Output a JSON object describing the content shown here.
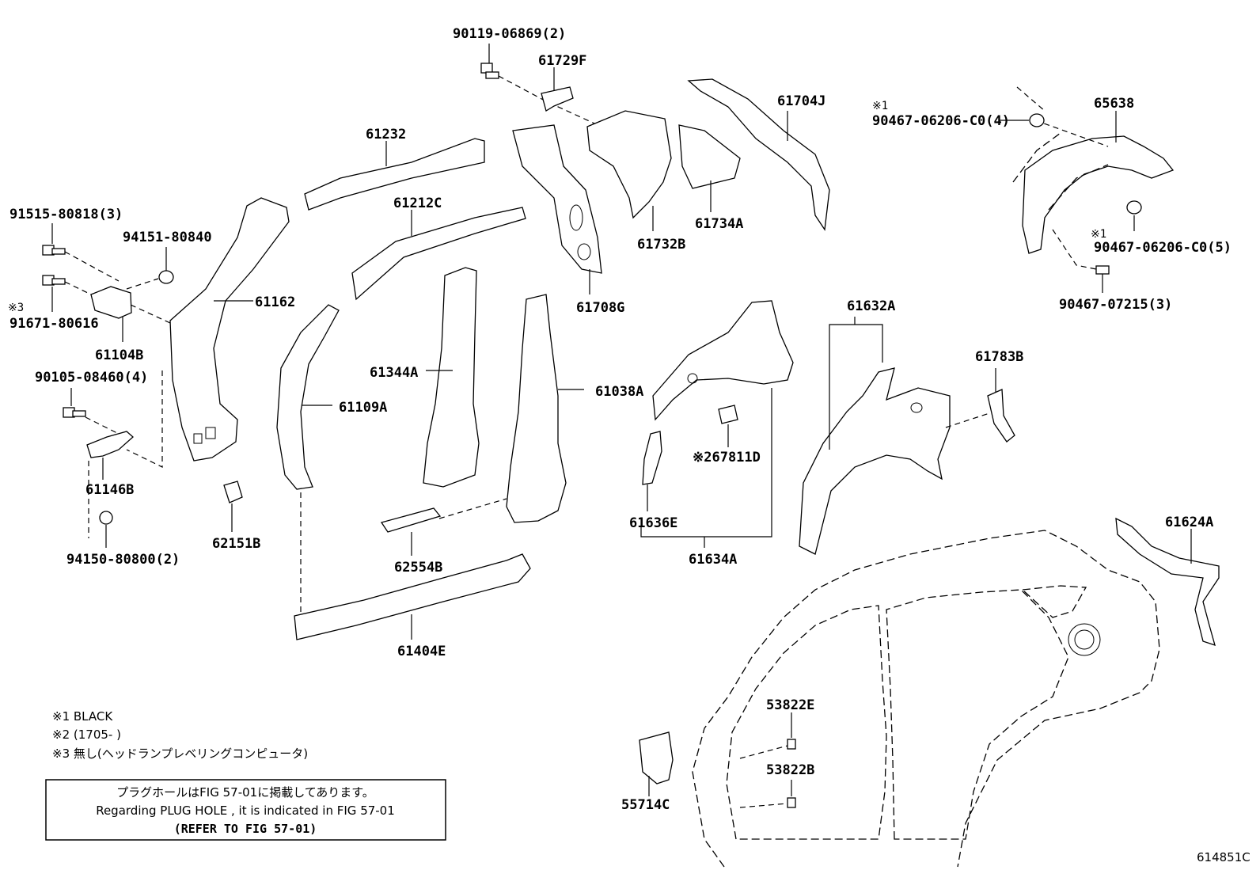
{
  "labels": {
    "p90119": "90119-06869(2)",
    "p61729F": "61729F",
    "p61232": "61232",
    "p61704J": "61704J",
    "p65638": "65638",
    "s1a": "※1",
    "p90467a": "90467-06206-C0(4)",
    "p91515": "91515-80818(3)",
    "p94151": "94151-80840",
    "p61212C": "61212C",
    "p61732B": "61732B",
    "p61734A": "61734A",
    "s1b": "※1",
    "p90467b": "90467-06206-C0(5)",
    "p90467c": "90467-07215(3)",
    "s3": "※3",
    "p91671": "91671-80616",
    "p61162": "61162",
    "p61708G": "61708G",
    "p61104B": "61104B",
    "p61344A": "61344A",
    "p61632A": "61632A",
    "p61783B": "61783B",
    "p90105": "90105-08460(4)",
    "p61038A": "61038A",
    "p61109A": "61109A",
    "p67811D": "※267811D",
    "p61146B": "61146B",
    "p62151B": "62151B",
    "p61636E": "61636E",
    "p61624A": "61624A",
    "p94150": "94150-80800(2)",
    "p62554B": "62554B",
    "p61634A": "61634A",
    "p61404E": "61404E",
    "p53822E": "53822E",
    "p53822B": "53822B",
    "p55714C": "55714C"
  },
  "notes": {
    "n1": "※1 BLACK",
    "n2": "※2 (1705-        )",
    "n3": "※3 無し(ヘッドランプレベリングコンピュータ)"
  },
  "box": {
    "line1": "プラグホールはFIG 57-01に掲載してあります。",
    "line2": "Regarding  PLUG  HOLE , it is indicated in FIG  57-01",
    "line3": "(REFER TO FIG 57-01)"
  },
  "figure_code": "614851C"
}
